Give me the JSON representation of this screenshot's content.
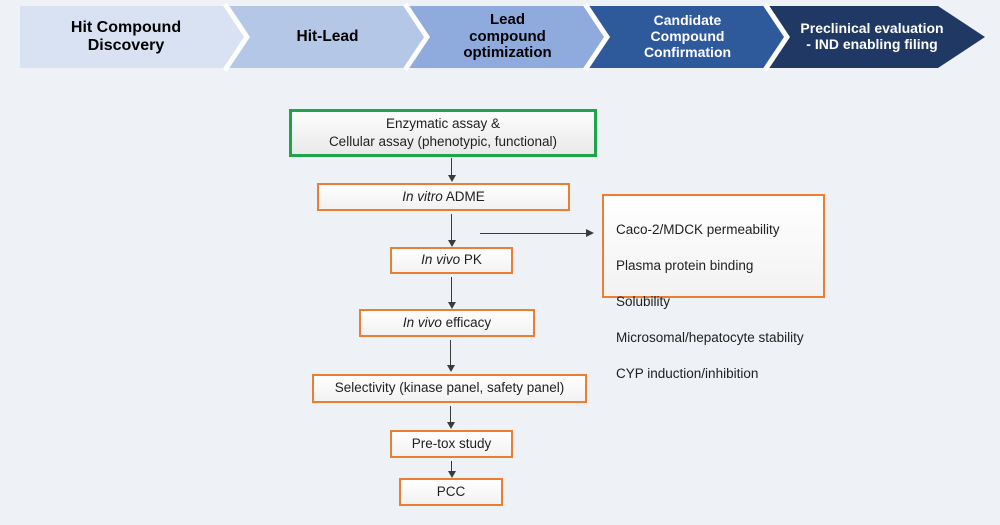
{
  "background_color": "#eef1f6",
  "banner": {
    "stages": [
      {
        "label": "Hit Compound\nDiscovery",
        "color": "#d9e2f3",
        "text_color": "#000000"
      },
      {
        "label": "Hit-Lead",
        "color": "#b4c7e7",
        "text_color": "#000000"
      },
      {
        "label": "Lead\ncompound\noptimization",
        "color": "#8faadc",
        "text_color": "#000000"
      },
      {
        "label": "Candidate\nCompound\nConfirmation",
        "color": "#2e5a9c",
        "text_color": "#ffffff"
      },
      {
        "label": "Preclinical evaluation\n- IND enabling filing",
        "color": "#1f3864",
        "text_color": "#ffffff"
      }
    ]
  },
  "flowchart": {
    "accent_green": "#1fa34d",
    "accent_orange": "#ed7d31",
    "arrow_color": "#3b3b3b",
    "nodes": {
      "assay": {
        "label": "Enzymatic assay &\nCellular assay (phenotypic, functional)"
      },
      "adme": {
        "italic": "In vitro",
        "rest": " ADME"
      },
      "pk": {
        "italic": "In vivo",
        "rest": " PK"
      },
      "efficacy": {
        "italic": "In vivo",
        "rest": " efficacy"
      },
      "selectivity": {
        "label": "Selectivity (kinase panel, safety panel)"
      },
      "pretox": {
        "label": "Pre-tox study"
      },
      "pcc": {
        "label": "PCC"
      }
    },
    "side_panel": {
      "items": [
        "Caco-2/MDCK permeability",
        "Plasma protein binding",
        "Solubility",
        "Microsomal/hepatocyte stability",
        "CYP induction/inhibition"
      ]
    }
  }
}
